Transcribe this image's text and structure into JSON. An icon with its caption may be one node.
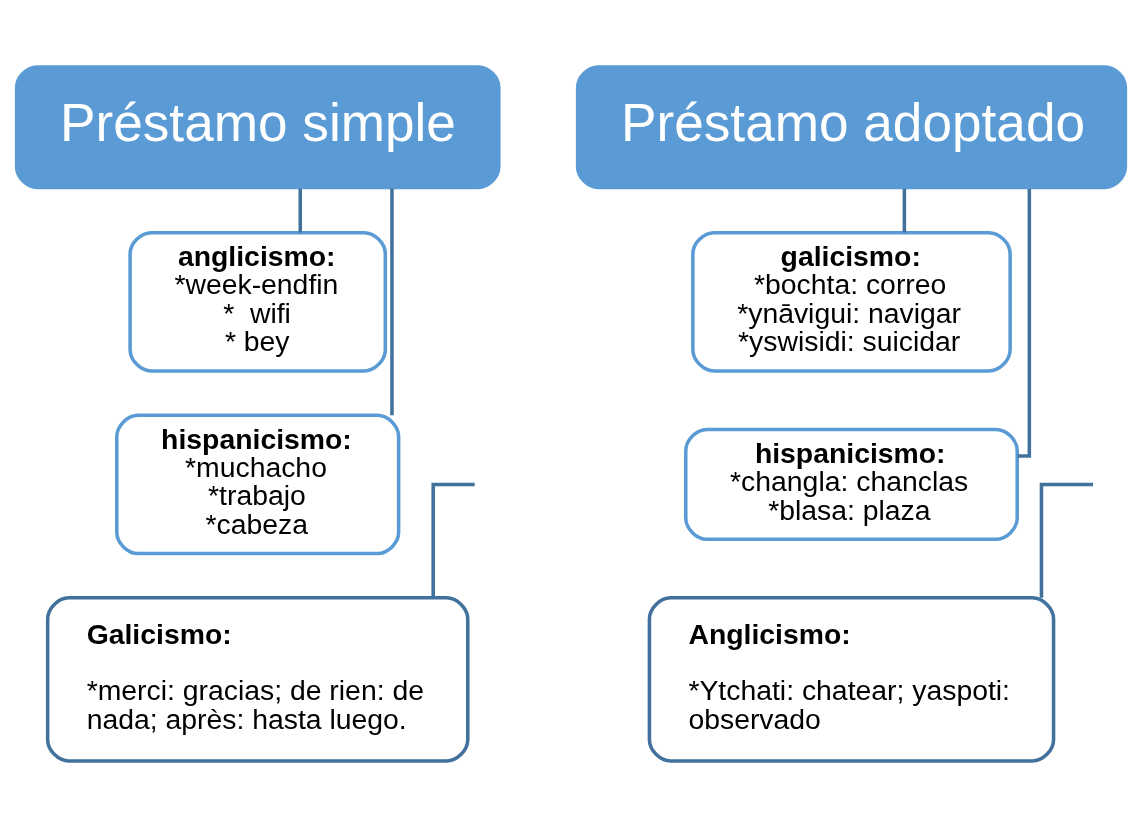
{
  "diagram": {
    "nodes": [
      {
        "text": [
          "Préstamo simple"
        ]
      },
      {
        "text": [
          "anglicismo:",
          "*week-endfin",
          "*  wifi",
          "* bey"
        ]
      },
      {
        "text": [
          "hispanicismo:",
          "*muchacho",
          "*trabajo",
          "*cabeza"
        ]
      },
      {
        "text": [
          "Galicismo:",
          "*merci: gracias; de rien: de nada; après: hasta luego."
        ]
      },
      {
        "text": [
          "Préstamo adoptado"
        ]
      },
      {
        "text": [
          "galicismo:",
          "*bochta: correo",
          "*ynāvigui: navigar",
          "*yswisidi: suicidar"
        ]
      },
      {
        "text": [
          "hispanicismo:",
          "*changla: chanclas",
          "*blasa: plaza"
        ]
      },
      {
        "text": [
          "Anglicismo:",
          "*Ytchati: chatear; yaspoti: observado"
        ]
      }
    ],
    "edges": [
      {
        "from": 0,
        "to": 1,
        "arrow": "none"
      },
      {
        "from": 0,
        "to": 2,
        "arrow": "none"
      },
      {
        "from": null,
        "to": 3,
        "arrow": "none"
      },
      {
        "from": 4,
        "to": 5,
        "arrow": "none"
      },
      {
        "from": 4,
        "to": 6,
        "arrow": "none"
      },
      {
        "from": null,
        "to": 7,
        "arrow": "none"
      }
    ]
  }
}
